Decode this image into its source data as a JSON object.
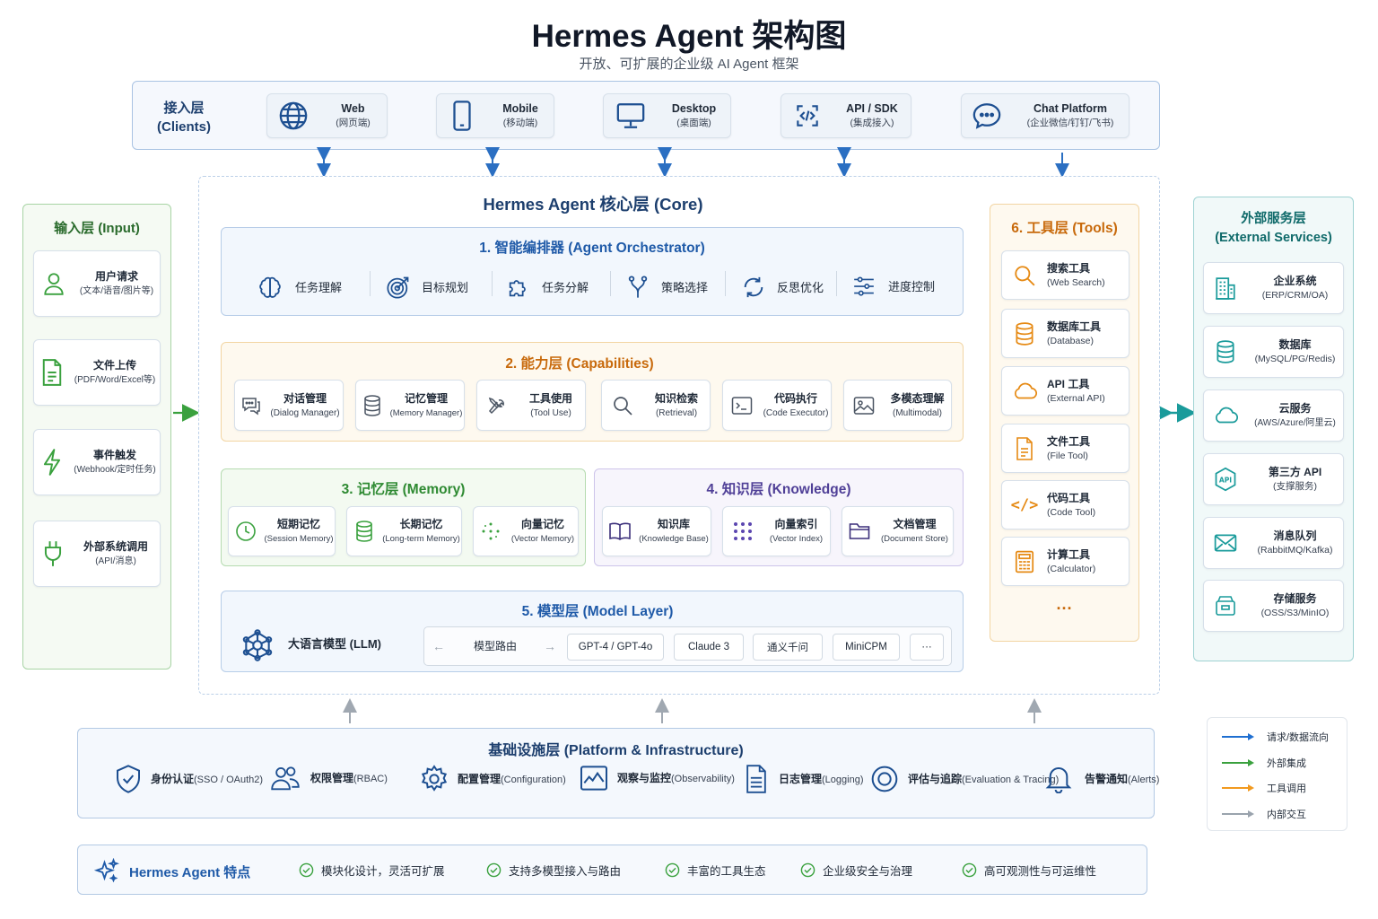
{
  "title": "Hermes Agent 架构图",
  "subtitle": "开放、可扩展的企业级 AI Agent 框架",
  "clients": {
    "title": "接入层",
    "subtitle": "(Clients)",
    "items": [
      {
        "name": "Web",
        "sub": "(网页端)",
        "icon": "globe-icon"
      },
      {
        "name": "Mobile",
        "sub": "(移动端)",
        "icon": "mobile-icon"
      },
      {
        "name": "Desktop",
        "sub": "(桌面端)",
        "icon": "desktop-icon"
      },
      {
        "name": "API / SDK",
        "sub": "(集成接入)",
        "icon": "code-icon"
      },
      {
        "name": "Chat Platform",
        "sub": "(企业微信/钉钉/飞书)",
        "icon": "chat-icon"
      }
    ]
  },
  "input": {
    "title": "输入层 (Input)",
    "items": [
      {
        "name": "用户请求",
        "sub": "(文本/语音/图片等)",
        "icon": "user-icon"
      },
      {
        "name": "文件上传",
        "sub": "(PDF/Word/Excel等)",
        "icon": "file-icon"
      },
      {
        "name": "事件触发",
        "sub": "(Webhook/定时任务)",
        "icon": "bolt-icon"
      },
      {
        "name": "外部系统调用",
        "sub": "(API/消息)",
        "icon": "plug-icon"
      }
    ]
  },
  "core": {
    "title": "Hermes Agent 核心层 (Core)"
  },
  "orchestrator": {
    "title": "1. 智能编排器 (Agent Orchestrator)",
    "items": [
      "任务理解",
      "目标规划",
      "任务分解",
      "策略选择",
      "反思优化",
      "进度控制"
    ]
  },
  "capabilities": {
    "title": "2. 能力层 (Capabilities)",
    "items": [
      {
        "name": "对话管理",
        "sub": "(Dialog Manager)"
      },
      {
        "name": "记忆管理",
        "sub": "(Memory Manager)"
      },
      {
        "name": "工具使用",
        "sub": "(Tool Use)"
      },
      {
        "name": "知识检索",
        "sub": "(Retrieval)"
      },
      {
        "name": "代码执行",
        "sub": "(Code Executor)"
      },
      {
        "name": "多模态理解",
        "sub": "(Multimodal)"
      }
    ]
  },
  "memory": {
    "title": "3. 记忆层 (Memory)",
    "items": [
      {
        "name": "短期记忆",
        "sub": "(Session Memory)"
      },
      {
        "name": "长期记忆",
        "sub": "(Long-term Memory)"
      },
      {
        "name": "向量记忆",
        "sub": "(Vector Memory)"
      }
    ]
  },
  "knowledge": {
    "title": "4. 知识层 (Knowledge)",
    "items": [
      {
        "name": "知识库",
        "sub": "(Knowledge Base)"
      },
      {
        "name": "向量索引",
        "sub": "(Vector Index)"
      },
      {
        "name": "文档管理",
        "sub": "(Document Store)"
      }
    ]
  },
  "model": {
    "title": "5. 模型层 (Model Layer)",
    "llm": "大语言模型 (LLM)",
    "router": "模型路由",
    "models": [
      "GPT-4 / GPT-4o",
      "Claude 3",
      "通义千问",
      "MiniCPM",
      "···"
    ]
  },
  "tools": {
    "title": "6. 工具层 (Tools)",
    "items": [
      {
        "name": "搜索工具",
        "sub": "(Web Search)"
      },
      {
        "name": "数据库工具",
        "sub": "(Database)"
      },
      {
        "name": "API 工具",
        "sub": "(External API)"
      },
      {
        "name": "文件工具",
        "sub": "(File Tool)"
      },
      {
        "name": "代码工具",
        "sub": "(Code Tool)"
      },
      {
        "name": "计算工具",
        "sub": "(Calculator)"
      }
    ],
    "more": "···"
  },
  "external": {
    "title": "外部服务层",
    "subtitle": "(External Services)",
    "items": [
      {
        "name": "企业系统",
        "sub": "(ERP/CRM/OA)"
      },
      {
        "name": "数据库",
        "sub": "(MySQL/PG/Redis)"
      },
      {
        "name": "云服务",
        "sub": "(AWS/Azure/阿里云)"
      },
      {
        "name": "第三方 API",
        "sub": "(支撑服务)"
      },
      {
        "name": "消息队列",
        "sub": "(RabbitMQ/Kafka)"
      },
      {
        "name": "存储服务",
        "sub": "(OSS/S3/MinIO)"
      }
    ]
  },
  "infra": {
    "title": "基础设施层 (Platform & Infrastructure)",
    "items": [
      {
        "name": "身份认证",
        "sub": "(SSO / OAuth2)"
      },
      {
        "name": "权限管理",
        "sub": "(RBAC)"
      },
      {
        "name": "配置管理",
        "sub": "(Configuration)"
      },
      {
        "name": "观察与监控",
        "sub": "(Observability)"
      },
      {
        "name": "日志管理",
        "sub": "(Logging)"
      },
      {
        "name": "评估与追踪",
        "sub": "(Evaluation & Tracing)"
      },
      {
        "name": "告警通知",
        "sub": "(Alerts)"
      }
    ]
  },
  "features": {
    "title": "Hermes Agent 特点",
    "items": [
      "模块化设计，灵活可扩展",
      "支持多模型接入与路由",
      "丰富的工具生态",
      "企业级安全与治理",
      "高可观测性与可运维性"
    ]
  },
  "legend": {
    "items": [
      {
        "label": "请求/数据流向",
        "color": "#1f6fd1"
      },
      {
        "label": "外部集成",
        "color": "#3aa13e"
      },
      {
        "label": "工具调用",
        "color": "#f29a1f"
      },
      {
        "label": "内部交互",
        "color": "#9aa3ad"
      }
    ]
  },
  "colors": {
    "blue": "#1d4f91",
    "orange": "#f29a1f",
    "green": "#3aa13e",
    "teal": "#1a9b9b",
    "purple": "#6b5bb5"
  }
}
